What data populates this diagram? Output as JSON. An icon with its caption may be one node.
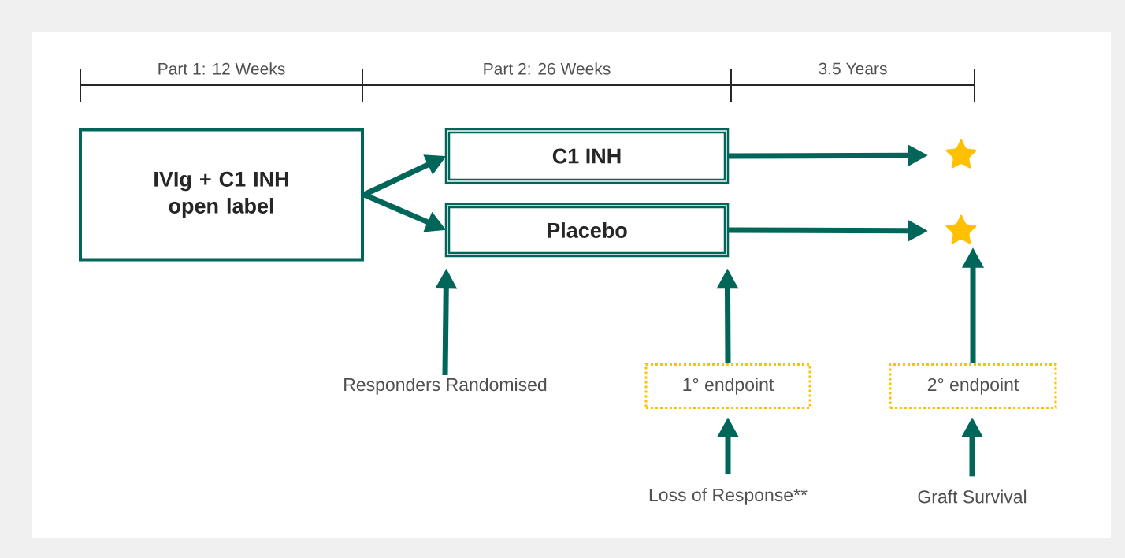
{
  "diagram": {
    "nodes": [
      {
        "text": [
          "IVIg + C1 INH open label"
        ]
      },
      {
        "text": [
          "C1 INH"
        ]
      },
      {
        "text": [
          "Placebo"
        ]
      },
      {
        "text": [],
        "shape": "star"
      },
      {
        "text": [],
        "shape": "star"
      },
      {
        "text": [
          "Responders Randomised"
        ]
      },
      {
        "text": [
          "1° endpoint"
        ]
      },
      {
        "text": [
          "2° endpoint"
        ]
      },
      {
        "text": [
          "Loss of Response**"
        ]
      },
      {
        "text": [
          "Graft Survival"
        ]
      }
    ],
    "edges": [
      {
        "from": 0,
        "to": 1,
        "arrow": "to"
      },
      {
        "from": 0,
        "to": 2,
        "arrow": "to"
      },
      {
        "from": 1,
        "to": 3,
        "arrow": "to"
      },
      {
        "from": 2,
        "to": 4,
        "arrow": "to"
      },
      {
        "from": 5,
        "to": 2,
        "arrow": "to"
      },
      {
        "from": 6,
        "to": 2,
        "arrow": "to"
      },
      {
        "from": 7,
        "to": 4,
        "arrow": "to"
      },
      {
        "from": 8,
        "to": 6,
        "arrow": "to"
      },
      {
        "from": 9,
        "to": 7,
        "arrow": "to"
      }
    ],
    "labels": [
      "Part 1: 12 Weeks",
      "Part 2: 26 Weeks",
      "3.5 Years"
    ]
  }
}
